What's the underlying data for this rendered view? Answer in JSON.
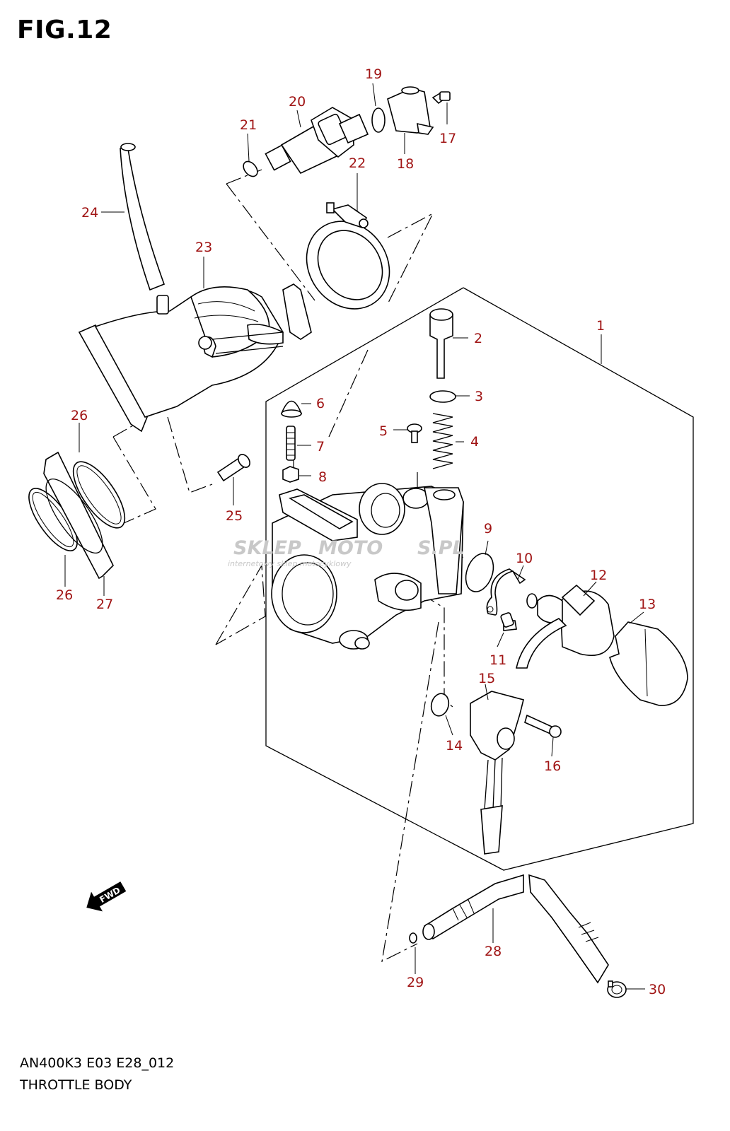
{
  "figure": {
    "title": "FIG.12",
    "model_code": "AN400K3 E03 E28_012",
    "name": "THROTTLE BODY"
  },
  "watermark": {
    "brand_left": "SKLEP",
    "brand_right": "MOTO",
    "brand_suffix": "S.PL",
    "tagline": "internetowy sklep motocyklowy"
  },
  "forward_marker": "FWD",
  "callouts": [
    {
      "id": "1",
      "label": "1"
    },
    {
      "id": "2",
      "label": "2"
    },
    {
      "id": "3",
      "label": "3"
    },
    {
      "id": "4",
      "label": "4"
    },
    {
      "id": "5",
      "label": "5"
    },
    {
      "id": "6",
      "label": "6"
    },
    {
      "id": "7",
      "label": "7"
    },
    {
      "id": "8",
      "label": "8"
    },
    {
      "id": "9",
      "label": "9"
    },
    {
      "id": "10",
      "label": "10"
    },
    {
      "id": "11",
      "label": "11"
    },
    {
      "id": "12",
      "label": "12"
    },
    {
      "id": "13",
      "label": "13"
    },
    {
      "id": "14",
      "label": "14"
    },
    {
      "id": "15",
      "label": "15"
    },
    {
      "id": "16",
      "label": "16"
    },
    {
      "id": "17",
      "label": "17"
    },
    {
      "id": "18",
      "label": "18"
    },
    {
      "id": "19",
      "label": "19"
    },
    {
      "id": "20",
      "label": "20"
    },
    {
      "id": "21",
      "label": "21"
    },
    {
      "id": "22",
      "label": "22"
    },
    {
      "id": "23",
      "label": "23"
    },
    {
      "id": "24",
      "label": "24"
    },
    {
      "id": "25",
      "label": "25"
    },
    {
      "id": "26a",
      "label": "26"
    },
    {
      "id": "26b",
      "label": "26"
    },
    {
      "id": "27",
      "label": "27"
    },
    {
      "id": "28",
      "label": "28"
    },
    {
      "id": "29",
      "label": "29"
    },
    {
      "id": "30",
      "label": "30"
    }
  ],
  "colors": {
    "callout_text": "#a01414",
    "line": "#000000",
    "watermark": "#c8c8c8"
  }
}
